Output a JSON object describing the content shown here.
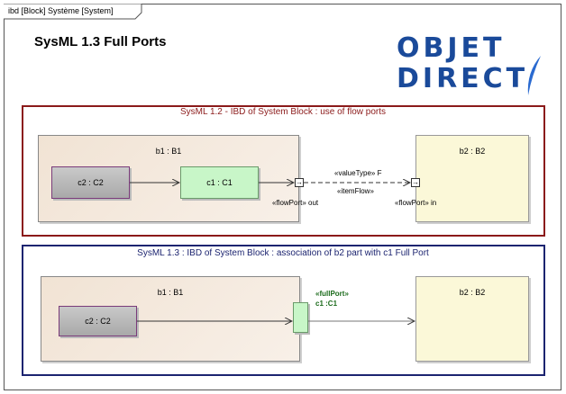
{
  "frame": {
    "label": "ibd [Block] Système [System]"
  },
  "title": "SysML 1.3 Full Ports",
  "logo": {
    "line1": "OBJET",
    "line2": "DIRECT"
  },
  "section1": {
    "title": "SysML 1.2 - IBD of System Block : use of flow ports",
    "block_b1": "b1 : B1",
    "part_c2": "c2 : C2",
    "part_c1": "c1 : C1",
    "block_b2": "b2 : B2",
    "port_out": "«flowPort» out",
    "port_in": "«flowPort» in",
    "flow_top": "«valueType» F",
    "flow_bottom": "«itemFlow»"
  },
  "section2": {
    "title": "SysML 1.3 : IBD of System Block : association of b2 part with c1 Full Port",
    "block_b1": "b1 : B1",
    "part_c2": "c2 : C2",
    "block_b2": "b2 : B2",
    "full_port_stereo": "«fullPort»",
    "full_port_name": "c1 :C1"
  },
  "colors": {
    "section1_border": "#8b1a1a",
    "section2_border": "#1c2470",
    "logo_blue": "#1a4a9a",
    "full_port_text": "#1a6a1a"
  }
}
